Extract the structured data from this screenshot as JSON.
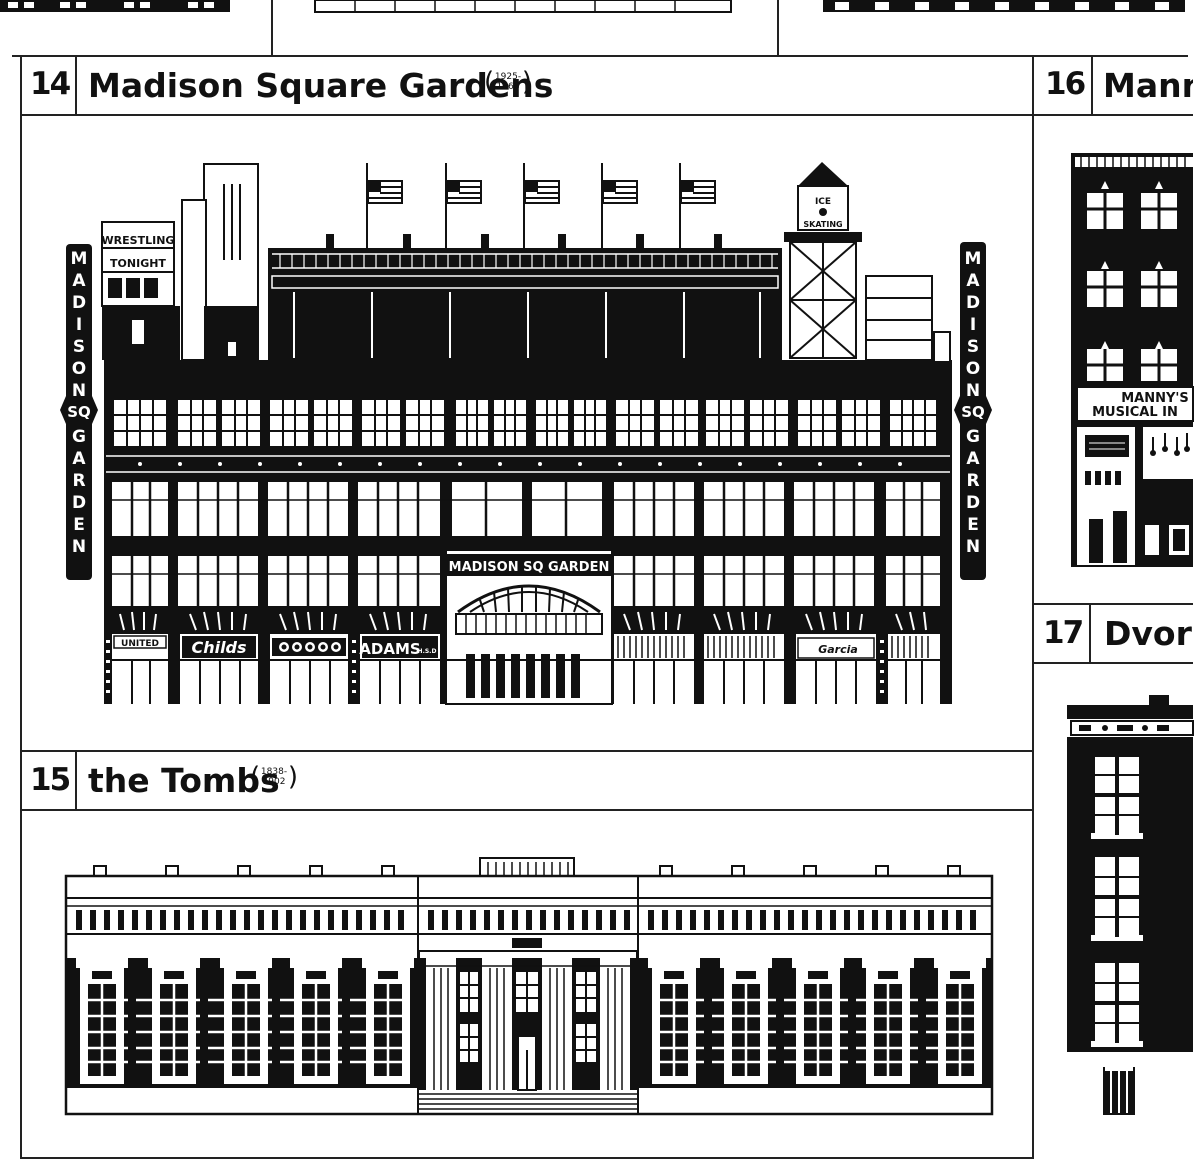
{
  "panels": [
    {
      "number": "14",
      "title": "Madison Square Gardens",
      "years_top": "1925-",
      "years_bottom": "1968"
    },
    {
      "number": "15",
      "title": "the Tombs",
      "years_top": "1838-",
      "years_bottom": "1902"
    },
    {
      "number": "16",
      "title": "Mann"
    },
    {
      "number": "17",
      "title": "Dvorc"
    }
  ],
  "msg_signs": {
    "vertical_letters": [
      "M",
      "A",
      "D",
      "I",
      "S",
      "O",
      "N",
      "SQ",
      "G",
      "A",
      "R",
      "D",
      "E",
      "N"
    ],
    "wrestling_line1": "WRESTLING",
    "wrestling_line2": "TONIGHT",
    "ice_line1": "ICE",
    "ice_line2": "SKATING",
    "entrance_sign": "MADISON SQ GARDEN",
    "shop_united": "UNITED",
    "shop_childs": "Childs",
    "shop_adams": "ADAMS",
    "shop_adams_small": "H.S.D",
    "shop_cigar": "Garcia"
  },
  "manny_signs": {
    "line1": "MANNY'S",
    "line2": "MUSICAL IN"
  },
  "colors": {
    "ink": "#111111",
    "paper": "#ffffff",
    "rule": "#222222"
  }
}
